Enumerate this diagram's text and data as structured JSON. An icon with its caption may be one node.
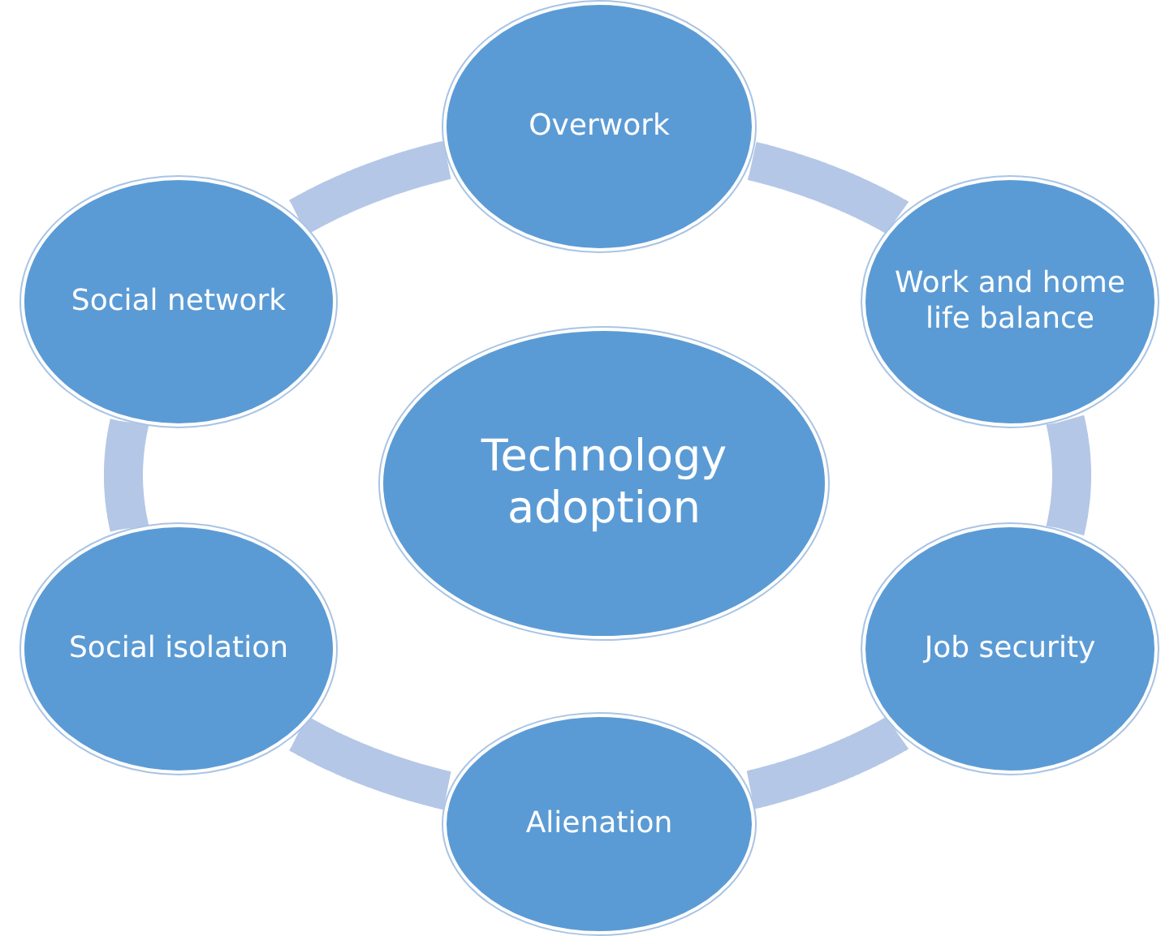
{
  "diagram": {
    "nodes": [
      {
        "text": [
          "Technology adoption"
        ]
      },
      {
        "text": [
          "Overwork"
        ]
      },
      {
        "text": [
          "Work and home life balance"
        ]
      },
      {
        "text": [
          "Job security"
        ]
      },
      {
        "text": [
          "Alienation"
        ]
      },
      {
        "text": [
          "Social isolation"
        ]
      },
      {
        "text": [
          "Social network"
        ]
      }
    ],
    "edges": [
      {
        "from": 1,
        "to": 2,
        "arrow": "none"
      },
      {
        "from": 2,
        "to": 3,
        "arrow": "none"
      },
      {
        "from": 3,
        "to": 4,
        "arrow": "none"
      },
      {
        "from": 4,
        "to": 5,
        "arrow": "none"
      },
      {
        "from": 5,
        "to": 6,
        "arrow": "none"
      },
      {
        "from": 6,
        "to": 1,
        "arrow": "none"
      }
    ]
  }
}
